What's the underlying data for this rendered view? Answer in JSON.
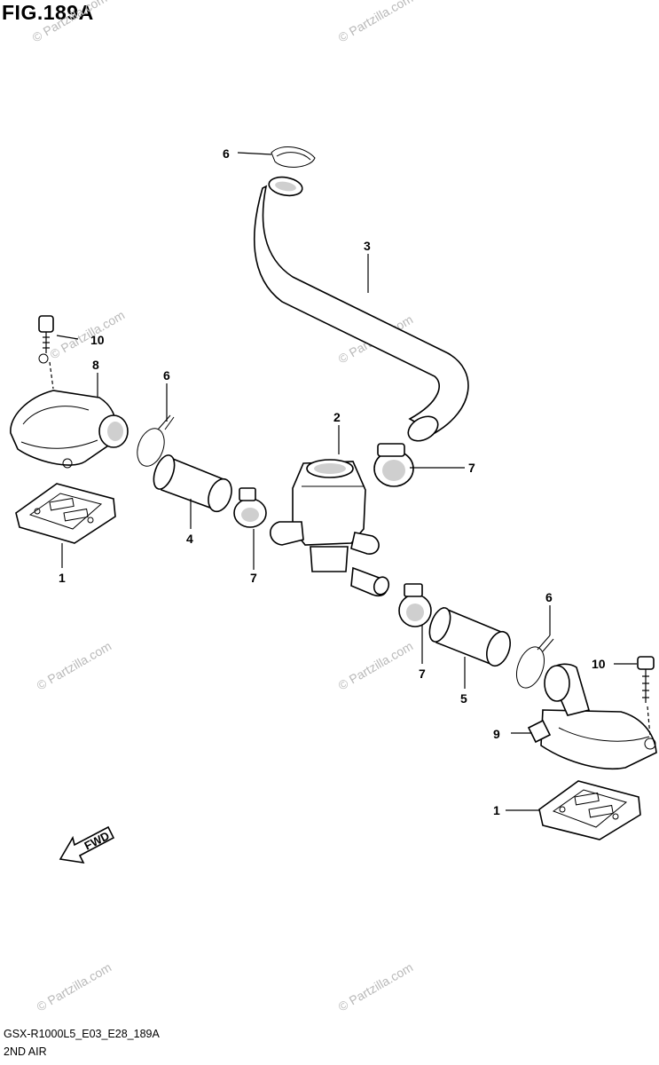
{
  "figure": {
    "title": "FIG.189A",
    "model_code": "GSX-R1000L5_E03_E28_189A",
    "section": "2ND AIR"
  },
  "watermark": "© Partzilla.com",
  "fwd_label": "FWD",
  "callouts": {
    "c1_upper": "1",
    "c1_lower": "1",
    "c2": "2",
    "c3": "3",
    "c4": "4",
    "c5": "5",
    "c6_top": "6",
    "c6_mid": "6",
    "c6_right": "6",
    "c7_upper": "7",
    "c7_mid": "7",
    "c7_lower": "7",
    "c8": "8",
    "c9": "9",
    "c10_upper": "10",
    "c10_lower": "10"
  }
}
